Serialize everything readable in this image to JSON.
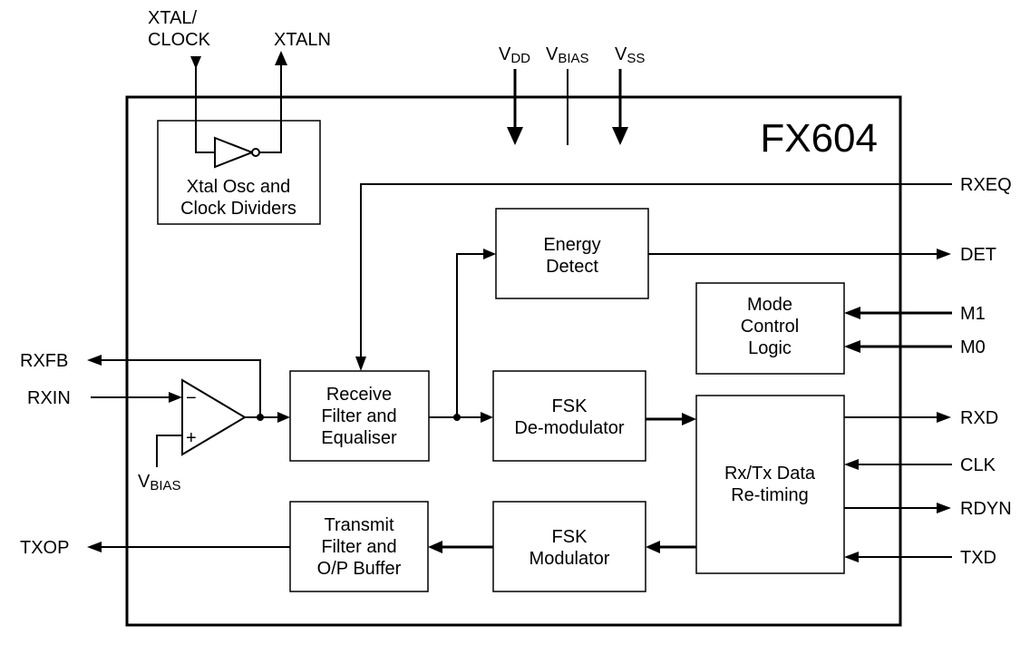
{
  "chip_name": "FX604",
  "pins": {
    "xtal_clock_line1": "XTAL/",
    "xtal_clock_line2": "CLOCK",
    "xtaln": "XTALN",
    "vdd_main": "V",
    "vdd_sub": "DD",
    "vbias_main": "V",
    "vbias_sub": "BIAS",
    "vss_main": "V",
    "vss_sub": "SS",
    "rxeq": "RXEQ",
    "det": "DET",
    "m1": "M1",
    "m0": "M0",
    "rxfb": "RXFB",
    "rxin": "RXIN",
    "vbias_in_main": "V",
    "vbias_in_sub": "BIAS",
    "rxd": "RXD",
    "clk": "CLK",
    "rdyn": "RDYN",
    "txop": "TXOP",
    "txd": "TXD"
  },
  "blocks": {
    "xtal_osc": [
      "Xtal Osc and",
      "Clock Dividers"
    ],
    "energy_detect": [
      "Energy",
      "Detect"
    ],
    "mode_control": [
      "Mode",
      "Control",
      "Logic"
    ],
    "receive_filter": [
      "Receive",
      "Filter and",
      "Equaliser"
    ],
    "fsk_demod": [
      "FSK",
      "De-modulator"
    ],
    "rxtx_retiming": [
      "Rx/Tx Data",
      "Re-timing"
    ],
    "transmit_filter": [
      "Transmit",
      "Filter and",
      "O/P Buffer"
    ],
    "fsk_mod": [
      "FSK",
      "Modulator"
    ]
  },
  "amp_signs": {
    "minus": "−",
    "plus": "+"
  }
}
